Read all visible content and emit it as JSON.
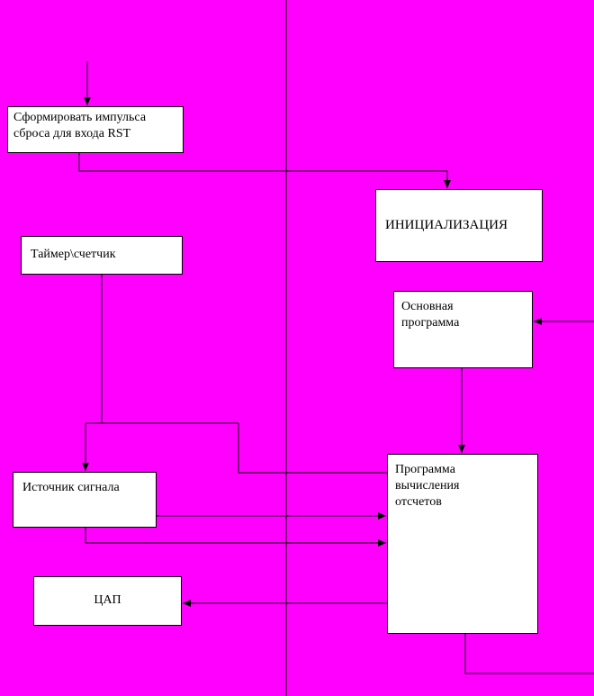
{
  "diagram": {
    "type": "flowchart",
    "boxes": {
      "rst": {
        "label": "Сформировать импульса\nсброса для входа RST"
      },
      "init": {
        "label": "ИНИЦИАЛИЗАЦИЯ"
      },
      "timer": {
        "label": "Таймер\\счетчик"
      },
      "main": {
        "label": "Основная\nпрограмма"
      },
      "source": {
        "label": "Источник сигнала"
      },
      "calc": {
        "label": "Программа\nвычисления\nотсчетов"
      },
      "dac": {
        "label": "ЦАП"
      }
    }
  },
  "colors": {
    "background": "#FF00FF",
    "box_fill": "#FFFFFF",
    "line": "#000000",
    "text": "#000000"
  }
}
